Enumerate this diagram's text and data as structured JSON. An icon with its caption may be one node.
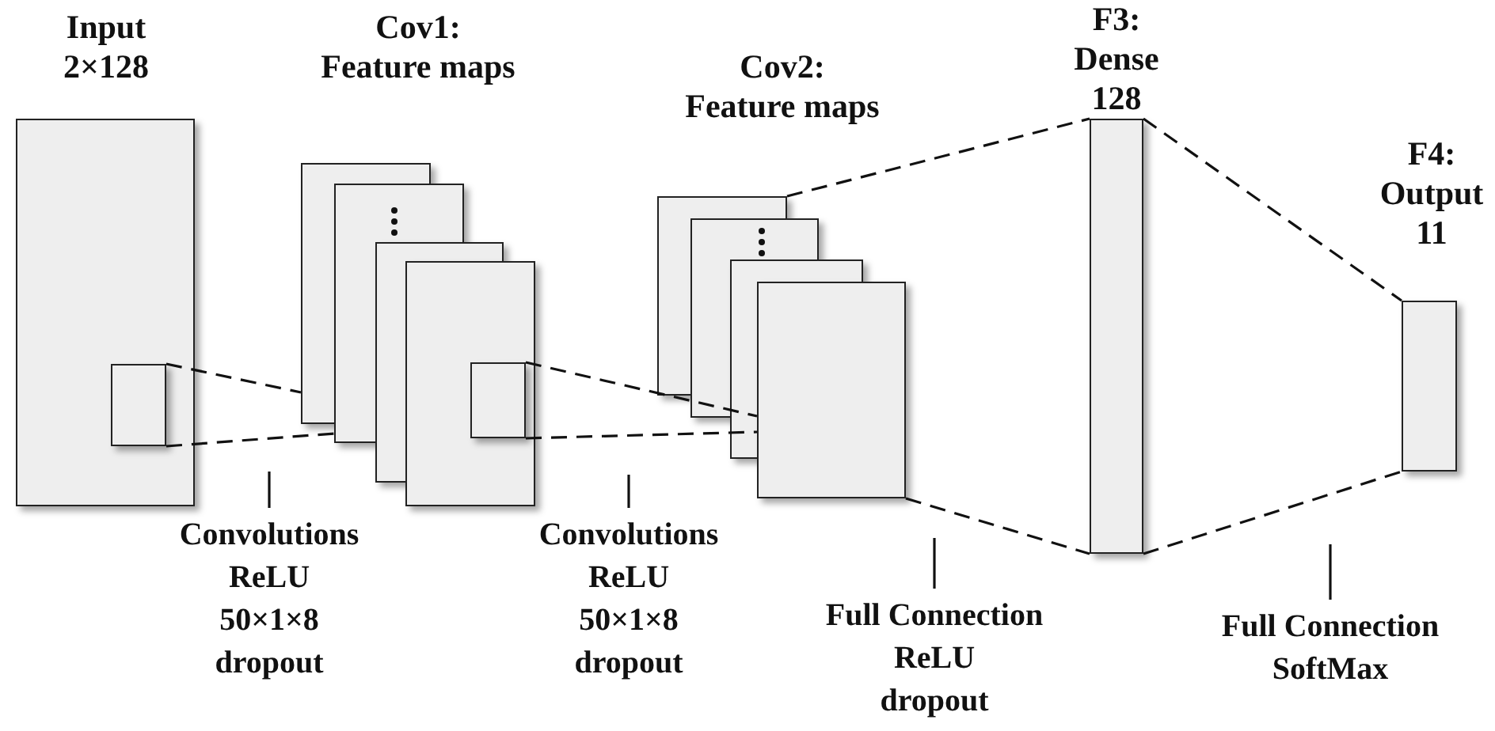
{
  "diagram": {
    "nodes": [
      {
        "text": [
          "Input",
          "2×128"
        ]
      },
      {
        "text": [],
        "shape": "box",
        "in": 0
      },
      {
        "text": [
          "Cov1:",
          "Feature maps"
        ]
      },
      {
        "text": [],
        "shape": "box",
        "in": 2
      },
      {
        "text": [
          "Cov2:",
          "Feature maps"
        ]
      },
      {
        "text": [
          "F3:",
          "Dense",
          "128"
        ]
      },
      {
        "text": [
          "F4:",
          "Output",
          "11"
        ]
      },
      {
        "text": [
          "Convolutions",
          "ReLU",
          "50×1×8",
          "dropout"
        ]
      },
      {
        "text": [
          "Convolutions",
          "ReLU",
          "50×1×8",
          "dropout"
        ]
      },
      {
        "text": [
          "Full Connection",
          "ReLU",
          "dropout"
        ]
      },
      {
        "text": [
          "Full Connection",
          "SoftMax"
        ]
      }
    ],
    "edges": [
      {
        "from": 1,
        "to": 2,
        "arrow": "none",
        "style": "dashed"
      },
      {
        "from": 1,
        "to": 2,
        "arrow": "none",
        "style": "dashed"
      },
      {
        "from": 3,
        "to": 4,
        "arrow": "none",
        "style": "dashed"
      },
      {
        "from": 3,
        "to": 4,
        "arrow": "none",
        "style": "dashed"
      },
      {
        "from": 4,
        "to": 5,
        "arrow": "none",
        "style": "dashed"
      },
      {
        "from": 4,
        "to": 5,
        "arrow": "none",
        "style": "dashed"
      },
      {
        "from": 5,
        "to": 6,
        "arrow": "none",
        "style": "dashed"
      },
      {
        "from": 5,
        "to": 6,
        "arrow": "none",
        "style": "dashed"
      },
      {
        "from": 7,
        "to": null,
        "arrow": "none"
      },
      {
        "from": 8,
        "to": null,
        "arrow": "none"
      },
      {
        "from": 9,
        "to": null,
        "arrow": "none"
      },
      {
        "from": 10,
        "to": null,
        "arrow": "none"
      }
    ]
  }
}
